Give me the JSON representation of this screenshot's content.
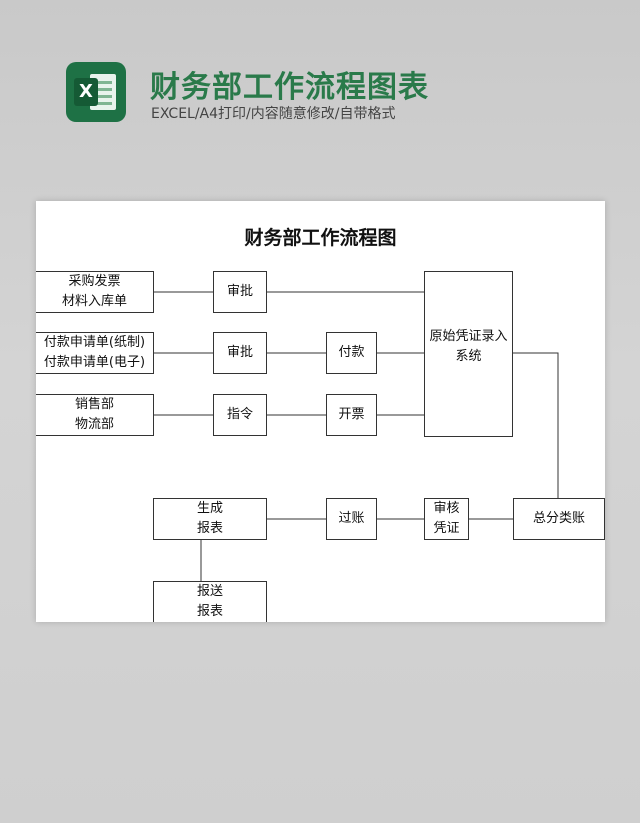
{
  "header": {
    "title": "财务部工作流程图表",
    "subtitle": "EXCEL/A4打印/内容随意修改/自带格式",
    "logo_letter": "X"
  },
  "doc": {
    "title": "财务部工作流程图"
  },
  "nodes": {
    "purchase": [
      "采购发票",
      "材料入库单"
    ],
    "payment_request": [
      "付款申请单(纸制)",
      "付款申请单(电子)"
    ],
    "sales": [
      "销售部",
      "物流部"
    ],
    "approve1": [
      "审批"
    ],
    "approve2": [
      "审批"
    ],
    "instruction": [
      "指令"
    ],
    "pay": [
      "付款"
    ],
    "invoice": [
      "开票"
    ],
    "voucher_system": [
      "原始凭证录入",
      "系统"
    ],
    "ledger": [
      "总分类账"
    ],
    "review": [
      "审核",
      "凭证"
    ],
    "posting": [
      "过账"
    ],
    "generate": [
      "生成",
      "报表"
    ],
    "submit": [
      "报送",
      "报表"
    ]
  },
  "colors": {
    "accent": "#2a7a4a",
    "logo": "#1e7145"
  }
}
